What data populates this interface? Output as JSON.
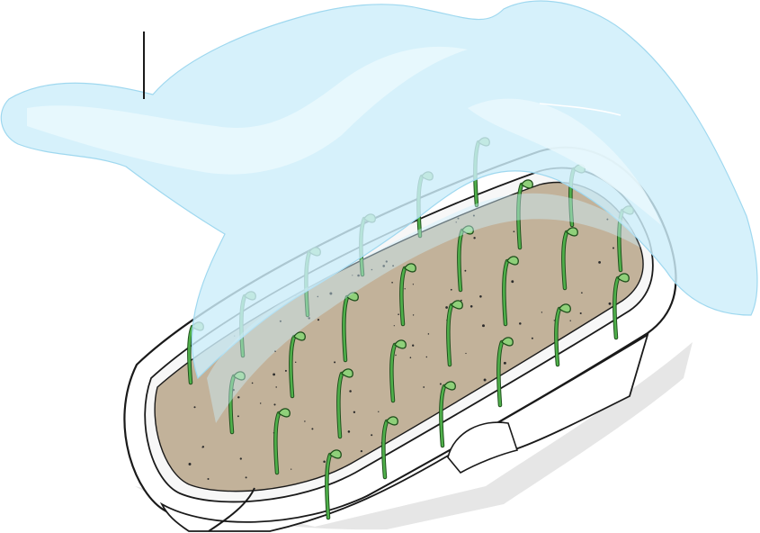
{
  "illustration": {
    "subject": "",
    "colors": {
      "plastic_cover": "#cdeefa",
      "plastic_cover_highlight": "#e9f8fd",
      "plastic_cover_edge": "#9fd8ef",
      "tray_fill": "#ffffff",
      "tray_stroke": "#1a1a1a",
      "tray_shadow": "#e6e6e6",
      "soil": "#c2b29a",
      "soil_dots": "#2b2b2b",
      "seedling_stem": "#4fb04a",
      "seedling_highlight": "#8fd07a",
      "seedling_stroke": "#1d4d1a",
      "leader_line": "#1a1a1a"
    },
    "seedling_count": 26,
    "callouts": [
      "cover-leader-line",
      "soil-leader-line"
    ]
  }
}
